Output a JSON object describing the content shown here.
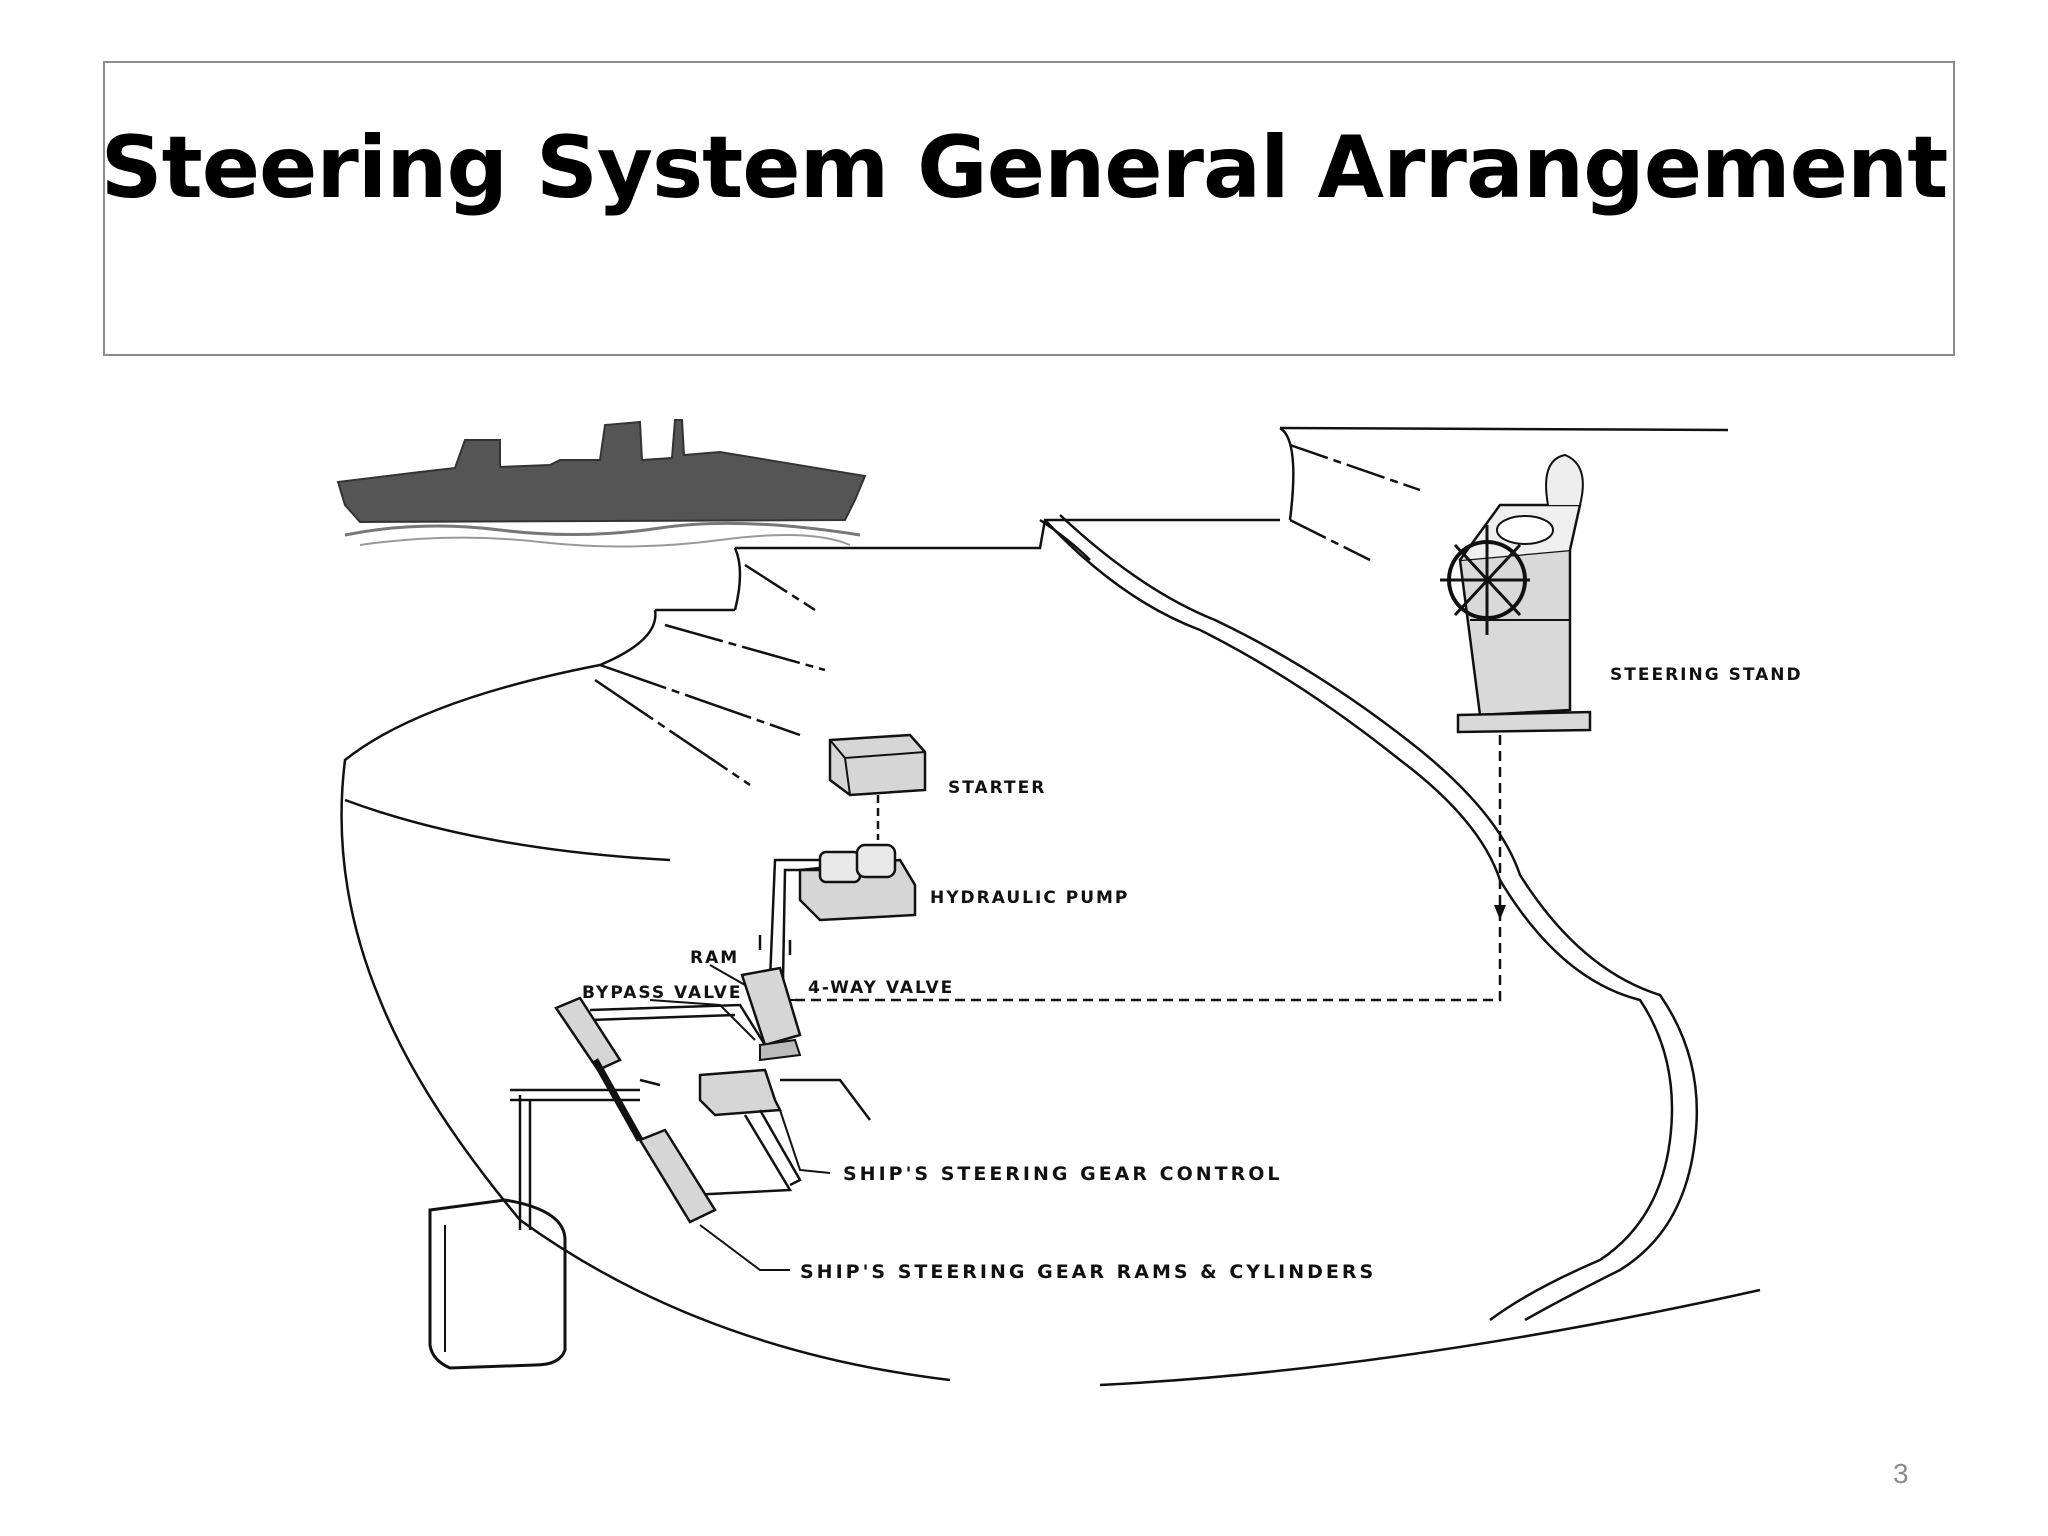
{
  "slide": {
    "title": "Steering System General Arrangement",
    "page_number": "3"
  },
  "diagram": {
    "labels": {
      "starter": "STARTER",
      "hydraulic_pump": "HYDRAULIC PUMP",
      "ram": "RAM",
      "bypass_valve": "BYPASS VALVE",
      "four_way_valve": "4-WAY VALVE",
      "steering_stand": "STEERING STAND",
      "gear_control": "SHIP'S STEERING GEAR CONTROL",
      "rams_cylinders": "SHIP'S STEERING GEAR RAMS & CYLINDERS"
    }
  }
}
